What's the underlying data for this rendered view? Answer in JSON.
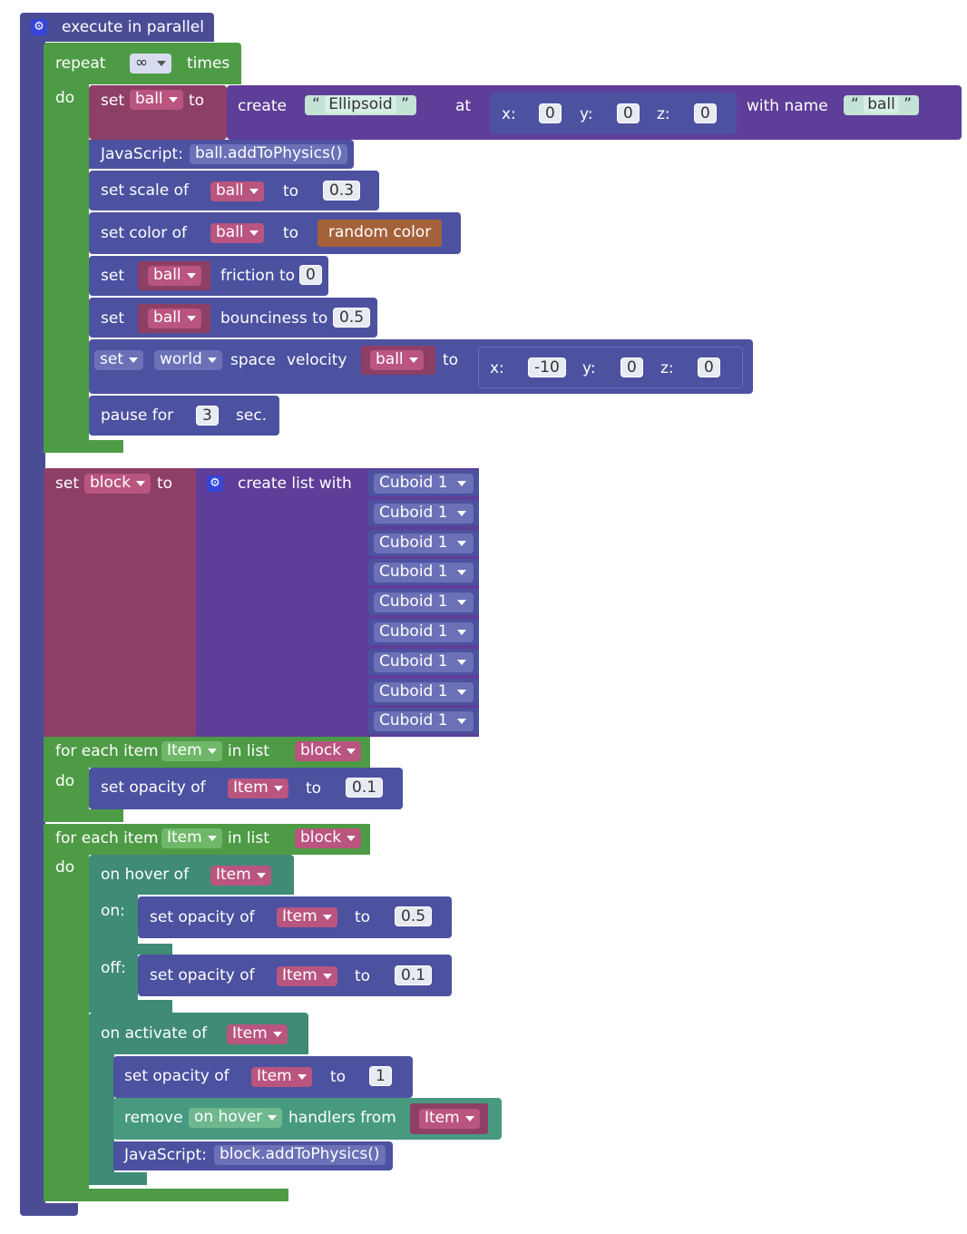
{
  "colors": {
    "control_base": "#4a4d96",
    "procedure_blue": "#4c51a0",
    "loop_green": "#4e9b46",
    "event_teal": "#3f8b75",
    "variable_maroon": "#8e3f66",
    "list_purple": "#5e3e98",
    "color_value": "#a5613a"
  },
  "icons": {
    "gear": "gear-icon",
    "caret": "chevron-down-icon"
  },
  "parallel": {
    "label": "execute in parallel"
  },
  "repeat": {
    "label": "repeat",
    "value": "∞",
    "times": "times",
    "do": "do"
  },
  "set_ball": {
    "set": "set",
    "var": "ball",
    "to": "to",
    "create": "create",
    "shape": "Ellipsoid",
    "at": "at",
    "x_label": "x:",
    "x": "0",
    "y_label": "y:",
    "y": "0",
    "z_label": "z:",
    "z": "0",
    "with_name": "with name",
    "name": "ball"
  },
  "js1": {
    "label": "JavaScript:",
    "code": "ball.addToPhysics()"
  },
  "scale": {
    "label": "set scale of",
    "var": "ball",
    "to": "to",
    "value": "0.3"
  },
  "color": {
    "label": "set color of",
    "var": "ball",
    "to": "to",
    "value": "random color"
  },
  "friction": {
    "set": "set",
    "var": "ball",
    "label": "friction to",
    "value": "0"
  },
  "bounciness": {
    "set": "set",
    "var": "ball",
    "label": "bounciness to",
    "value": "0.5"
  },
  "velocity": {
    "set": "set",
    "frame": "world",
    "space": "space",
    "velocity": "velocity",
    "var": "ball",
    "to": "to",
    "x_label": "x:",
    "x": "-10",
    "y_label": "y:",
    "y": "0",
    "z_label": "z:",
    "z": "0"
  },
  "pause": {
    "label": "pause for",
    "value": "3",
    "unit": "sec."
  },
  "set_block": {
    "set": "set",
    "var": "block",
    "to": "to",
    "create_list": "create list with",
    "items": [
      "Cuboid 1",
      "Cuboid 1",
      "Cuboid 1",
      "Cuboid 1",
      "Cuboid 1",
      "Cuboid 1",
      "Cuboid 1",
      "Cuboid 1",
      "Cuboid 1"
    ]
  },
  "foreach1": {
    "label": "for each item",
    "var": "Item",
    "in_list": "in list",
    "list": "block",
    "do": "do",
    "opacity_label": "set opacity of",
    "opacity_var": "Item",
    "to": "to",
    "opacity_value": "0.1"
  },
  "foreach2": {
    "label": "for each item",
    "var": "Item",
    "in_list": "in list",
    "list": "block",
    "do": "do"
  },
  "hover": {
    "label": "on hover of",
    "var": "Item",
    "on": "on:",
    "off": "off:",
    "on_label": "set opacity of",
    "on_var": "Item",
    "on_to": "to",
    "on_value": "0.5",
    "off_label": "set opacity of",
    "off_var": "Item",
    "off_to": "to",
    "off_value": "0.1"
  },
  "activate": {
    "label": "on activate of",
    "var": "Item",
    "opacity_label": "set opacity of",
    "opacity_var": "Item",
    "to": "to",
    "opacity_value": "1",
    "remove": "remove",
    "handler": "on hover",
    "handlers_from": "handlers from",
    "remove_var": "Item",
    "js_label": "JavaScript:",
    "js_code": "block.addToPhysics()"
  }
}
